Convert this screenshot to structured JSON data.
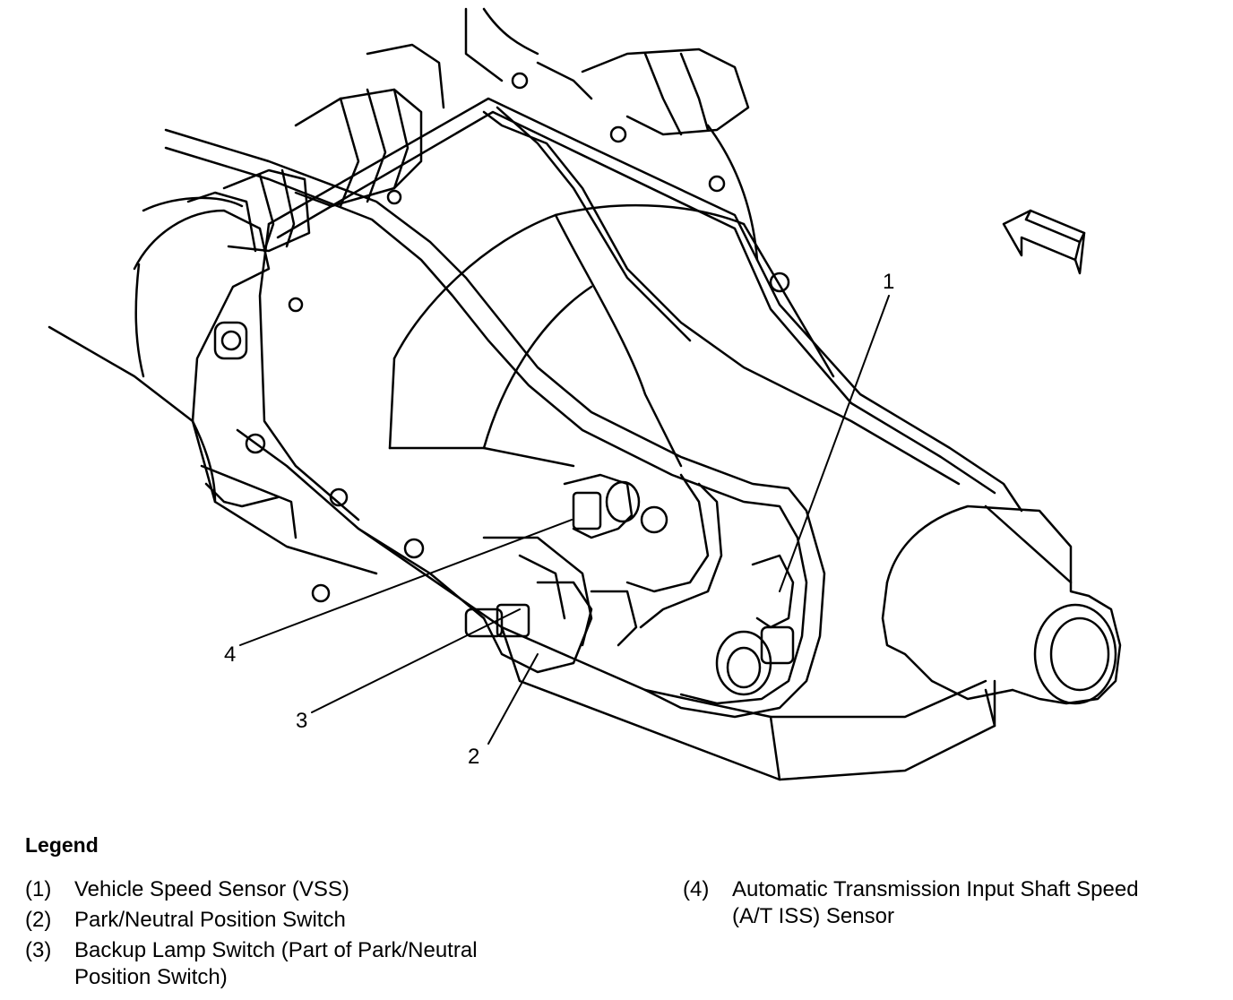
{
  "callouts": {
    "c1": "1",
    "c2": "2",
    "c3": "3",
    "c4": "4"
  },
  "legend": {
    "title": "Legend",
    "items": [
      {
        "num": "(1)",
        "line1": "Vehicle Speed Sensor (VSS)",
        "line2": ""
      },
      {
        "num": "(2)",
        "line1": "Park/Neutral Position Switch",
        "line2": ""
      },
      {
        "num": "(3)",
        "line1": "Backup Lamp Switch (Part of Park/Neutral",
        "line2": "Position Switch)"
      },
      {
        "num": "(4)",
        "line1": "Automatic Transmission Input Shaft Speed",
        "line2": "(A/T ISS) Sensor"
      }
    ]
  }
}
